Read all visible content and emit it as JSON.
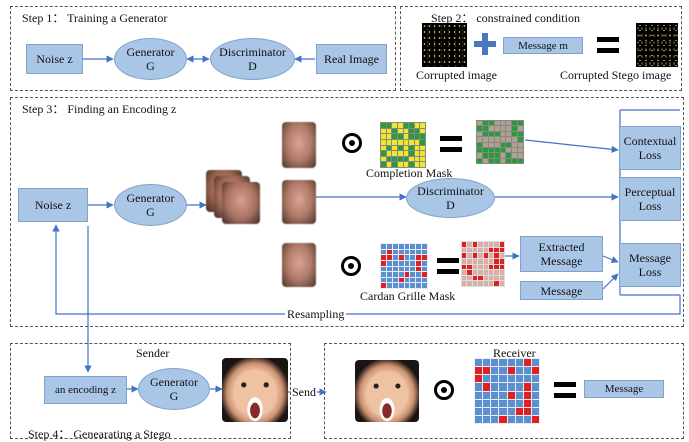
{
  "step1": {
    "title": "Step 1： Training a Generator",
    "noise": "Noise z",
    "generator": [
      "Generator",
      "G"
    ],
    "discriminator": [
      "Discriminator",
      "D"
    ],
    "real_image": "Real Image"
  },
  "step2": {
    "title": "Step 2： constrained condition",
    "message": "Message m",
    "corrupted_image": "Corrupted image",
    "corrupted_stego": "Corrupted Stego image"
  },
  "step3": {
    "title": "Step 3： Finding an Encoding z",
    "noise": "Noise z",
    "generator": [
      "Generator",
      "G"
    ],
    "discriminator": [
      "Discriminator",
      "D"
    ],
    "completion_mask": "Completion Mask",
    "cardan_mask": "Cardan Grille Mask",
    "extracted_message": [
      "Extracted",
      "Message"
    ],
    "message": "Message",
    "contextual_loss": [
      "Contextual",
      "Loss"
    ],
    "perceptual_loss": [
      "Perceptual",
      "Loss"
    ],
    "message_loss": [
      "Message",
      "Loss"
    ],
    "resampling": "Resampling"
  },
  "step4": {
    "title": "Step 4： Genearating a Stego",
    "sender": "Sender",
    "encoding": "an encoding z",
    "generator": [
      "Generator",
      "G"
    ],
    "send": "Send",
    "receiver": "Receiver",
    "message": "Message"
  },
  "colors": {
    "box": "#aac6e6",
    "plus": "#4a78c0",
    "mask_yellow": "#f0e62a",
    "mask_green": "#2a9a3a",
    "mask_blue": "#5b8fd0",
    "mask_red": "#e02020",
    "arrow": "#4472c4"
  }
}
